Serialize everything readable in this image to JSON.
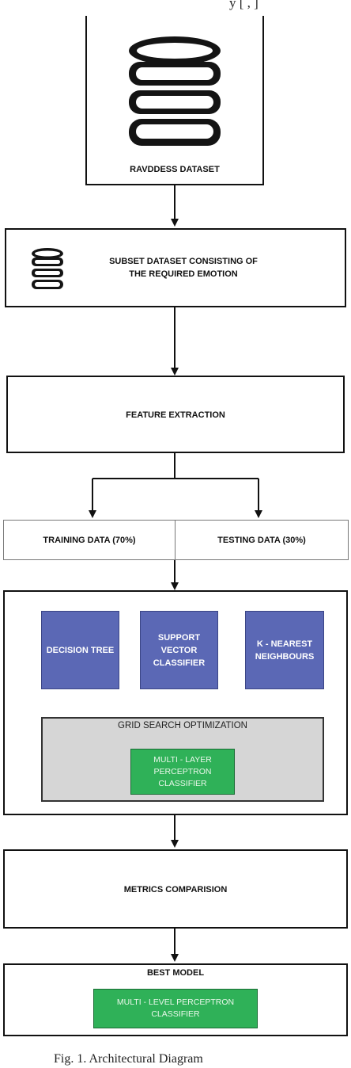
{
  "top_cut_text": "y [ , ]",
  "nodes": {
    "dataset": "RAVDDESS DATASET",
    "subset_line1": "SUBSET DATASET CONSISTING OF",
    "subset_line2": "THE REQUIRED EMOTION",
    "feature": "FEATURE EXTRACTION",
    "training": "TRAINING DATA (70%)",
    "testing": "TESTING DATA (30%)",
    "decision_tree": "DECISION TREE",
    "svc_line1": "SUPPORT",
    "svc_line2": "VECTOR",
    "svc_line3": "CLASSIFIER",
    "knn_line1": "K - NEAREST",
    "knn_line2": "NEIGHBOURS",
    "grid": "GRID SEARCH OPTIMIZATION",
    "mlp_line1": "MULTI - LAYER",
    "mlp_line2": "PERCEPTRON",
    "mlp_line3": "CLASSIFIER",
    "metrics": "METRICS COMPARISION",
    "best": "BEST MODEL",
    "mlvp_line1": "MULTI - LEVEL PERCEPTRON",
    "mlvp_line2": "CLASSIFIER"
  },
  "caption": "Fig. 1.  Architectural Diagram",
  "colors": {
    "model_blue": "#5b68b5",
    "mlp_green": "#2fb158",
    "grid_grey": "#d6d6d6"
  },
  "icons": [
    "database-icon",
    "database-icon"
  ]
}
